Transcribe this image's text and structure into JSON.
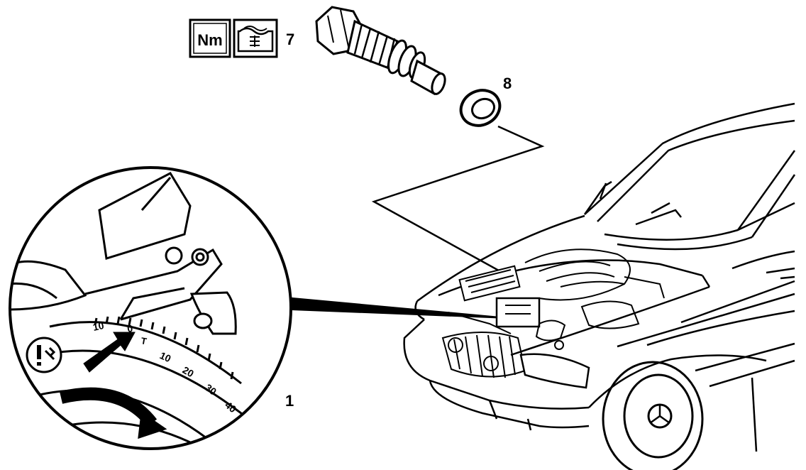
{
  "symbols": {
    "torque_text": "Nm",
    "torque_icon": "torque-nm-icon",
    "fluid_icon": "fluid-container-icon",
    "caution_icon": "warning-wrench-icon"
  },
  "callouts": {
    "temp_sensor": "7",
    "seal_ring": "8",
    "detail": "1"
  },
  "scale": {
    "left": "10",
    "zero": "0",
    "ot": "T",
    "t10": "10",
    "t20": "20",
    "t30": "30",
    "t40": "40"
  },
  "colors": {
    "ink": "#000000",
    "paper": "#ffffff"
  }
}
